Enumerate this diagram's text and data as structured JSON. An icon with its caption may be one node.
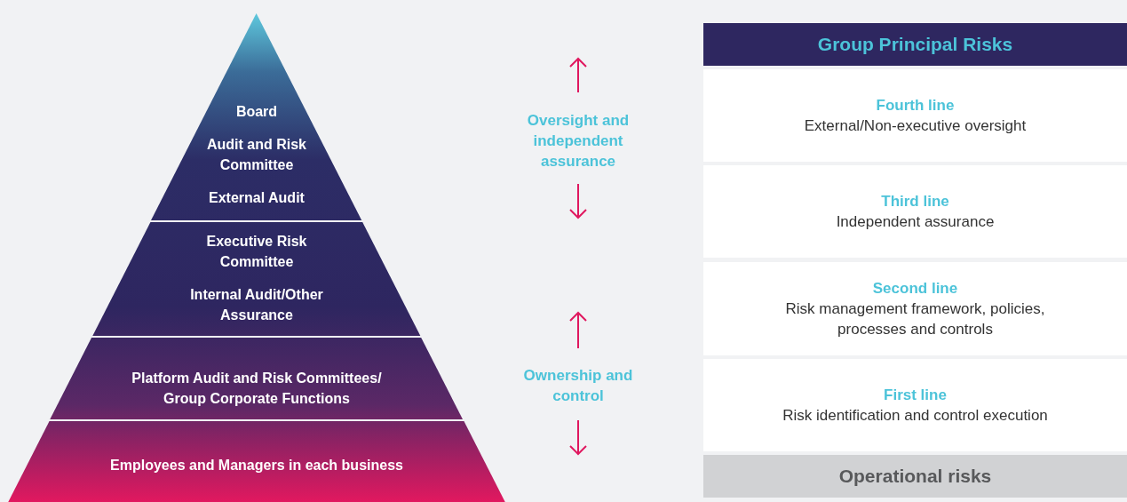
{
  "diagram": {
    "nodes": [
      {
        "text": [
          "Board",
          "Audit and Risk Committee",
          "External Audit"
        ]
      },
      {
        "text": [
          "Executive Risk Committee",
          "Internal Audit/Other Assurance"
        ]
      },
      {
        "text": [
          "Platform Audit and Risk Committees/ Group Corporate Functions"
        ]
      },
      {
        "text": [
          "Employees and Managers in each business"
        ]
      },
      {
        "text": [
          "Group Principal Risks"
        ]
      },
      {
        "text": [
          "Fourth line",
          "External/Non-executive oversight"
        ]
      },
      {
        "text": [
          "Third line",
          "Independent assurance"
        ]
      },
      {
        "text": [
          "Second line",
          "Risk management framework, policies, processes and controls"
        ]
      },
      {
        "text": [
          "First line",
          "Risk identification and control execution"
        ]
      },
      {
        "text": [
          "Operational risks"
        ]
      }
    ],
    "labels": [
      "Oversight and independent assurance",
      "Ownership and control"
    ]
  }
}
